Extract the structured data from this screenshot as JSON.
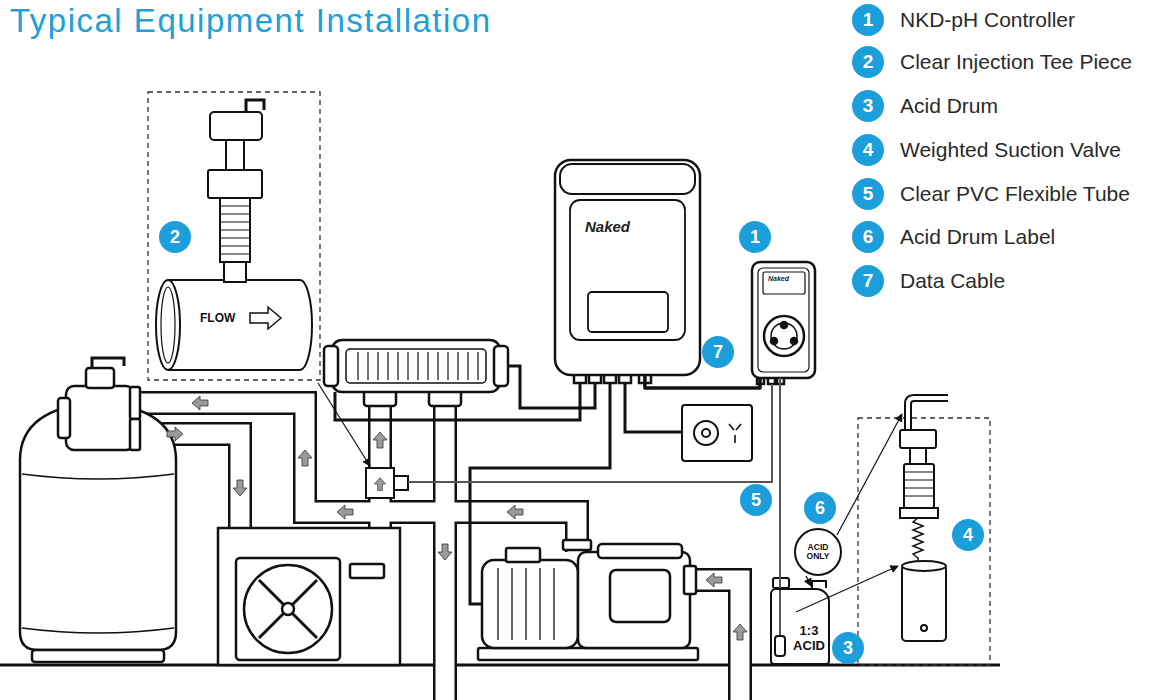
{
  "diagram": {
    "title": "Typical Equipment Installation",
    "nodes": [
      {
        "text": [
          "1",
          "NKD-pH Controller"
        ]
      },
      {
        "text": [
          "2",
          "Clear Injection Tee Piece"
        ]
      },
      {
        "text": [
          "3",
          "Acid Drum"
        ]
      },
      {
        "text": [
          "4",
          "Weighted Suction Valve"
        ]
      },
      {
        "text": [
          "5",
          "Clear PVC Flexible Tube"
        ]
      },
      {
        "text": [
          "6",
          "Acid Drum Label"
        ]
      },
      {
        "text": [
          "7",
          "Data Cable"
        ]
      },
      {
        "text": [
          "Naked"
        ]
      },
      {
        "text": [
          "Naked"
        ]
      },
      {
        "text": [
          "1"
        ]
      },
      {
        "text": [
          "2"
        ]
      },
      {
        "text": [
          "7"
        ]
      },
      {
        "text": [
          "5"
        ]
      },
      {
        "text": [
          "6"
        ]
      },
      {
        "text": [
          "ACID ONLY"
        ]
      },
      {
        "text": [
          "4"
        ]
      },
      {
        "text": [
          "1:3 ACID"
        ]
      },
      {
        "text": [
          "3"
        ]
      }
    ],
    "edges": [
      {
        "from": 7,
        "to": 8,
        "arrow": "none"
      },
      {
        "from": 16,
        "to": 8,
        "arrow": "none"
      }
    ],
    "labels": [
      "FLOW"
    ]
  }
}
